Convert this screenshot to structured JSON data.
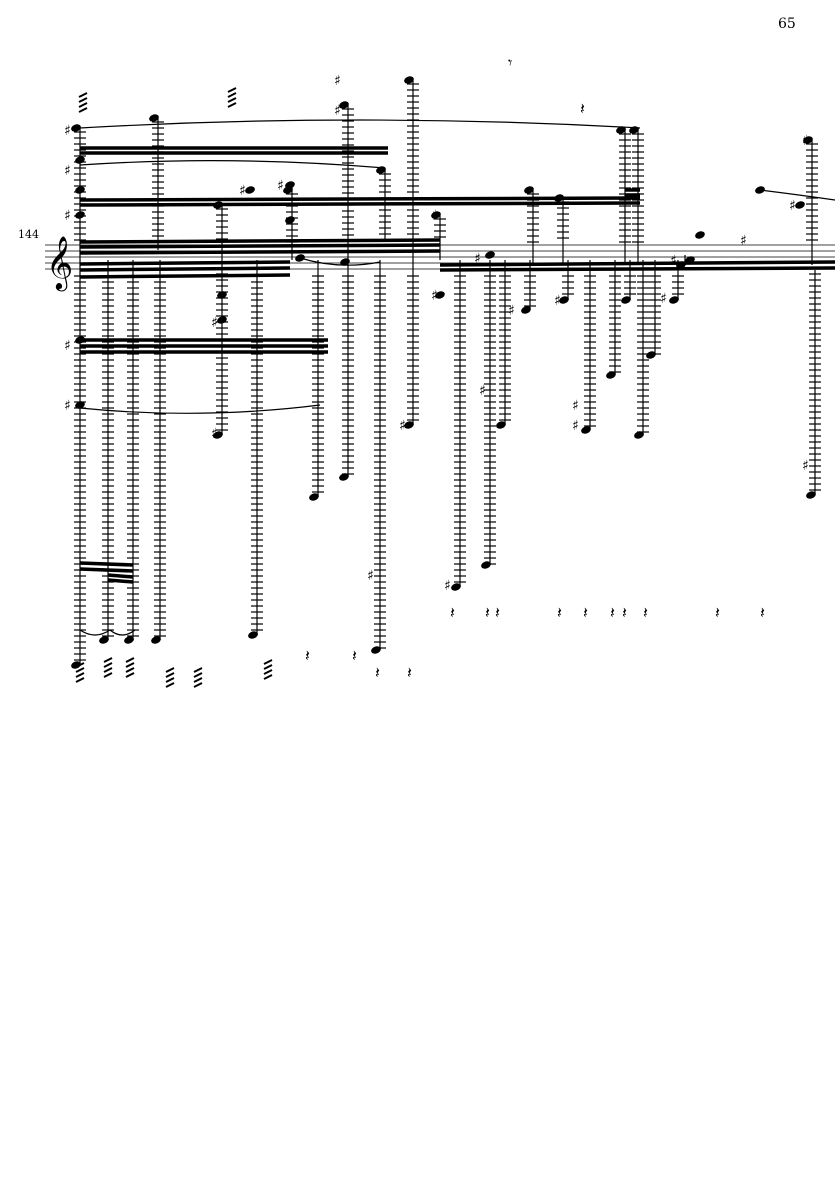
{
  "page": {
    "number": "65"
  },
  "system": {
    "measure_number": "144",
    "clef": "treble"
  },
  "score": {
    "ink_color": "#000000",
    "paper_color": "#ffffff"
  }
}
